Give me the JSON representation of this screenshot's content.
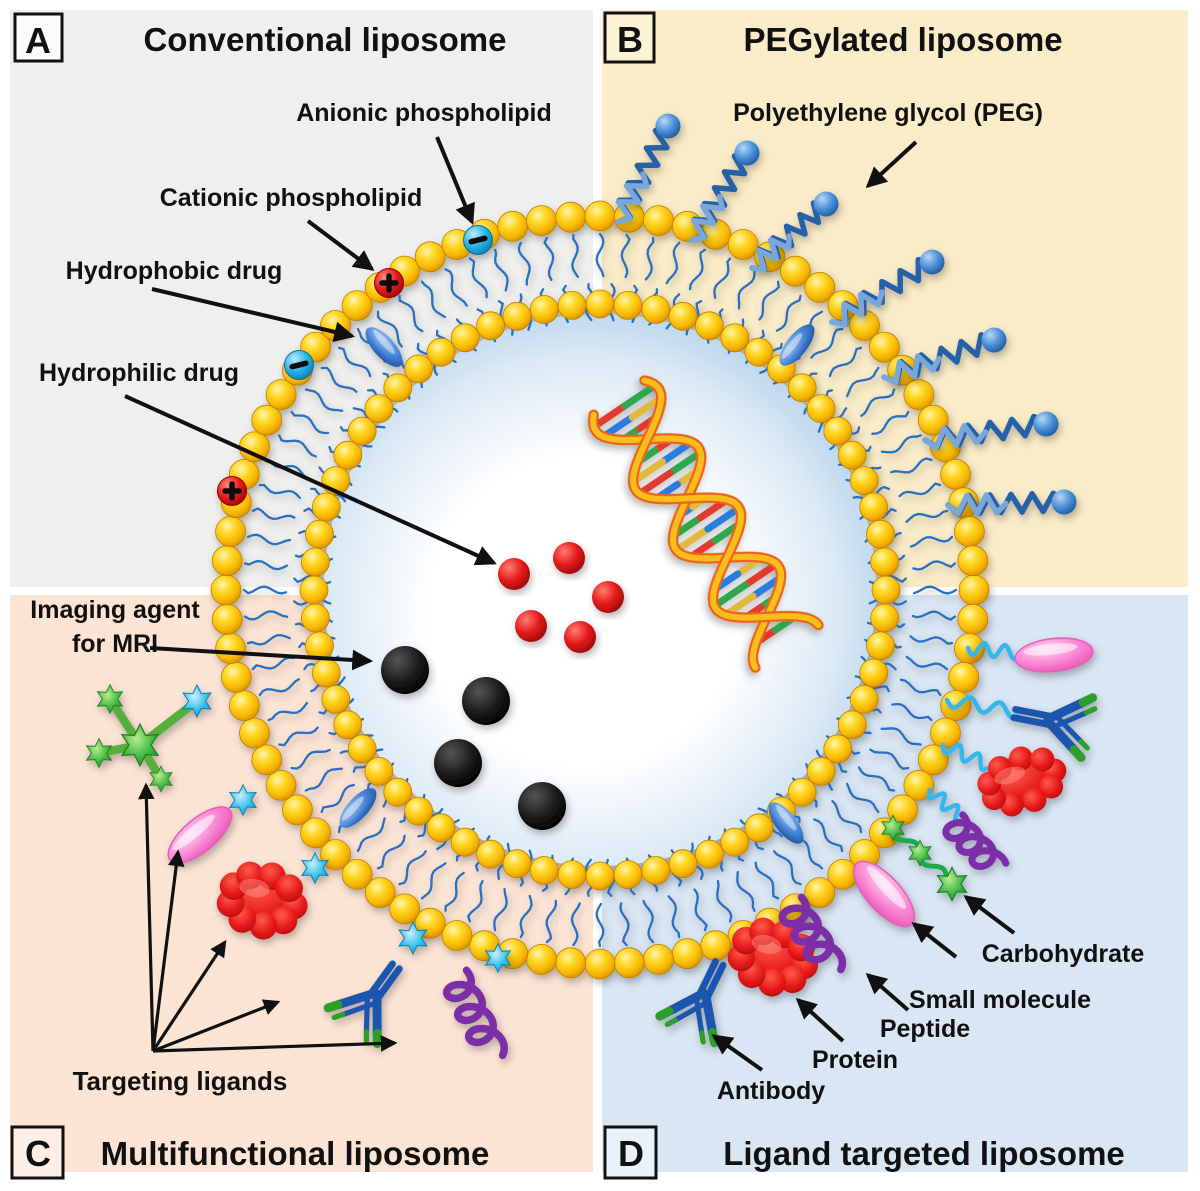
{
  "figure": {
    "description": "Liposome types diagram"
  },
  "panels": {
    "a": {
      "letter": "A",
      "title": "Conventional liposome",
      "labels": {
        "anionic": "Anionic phospholipid",
        "cationic": "Cationic phospholipid",
        "hydrophobic": "Hydrophobic drug",
        "hydrophilic": "Hydrophilic drug"
      }
    },
    "b": {
      "letter": "B",
      "title": "PEGylated liposome",
      "labels": {
        "peg": "Polyethylene glycol (PEG)"
      }
    },
    "c": {
      "letter": "C",
      "title": "Multifunctional liposome",
      "labels": {
        "imaging_line1": "Imaging agent",
        "imaging_line2": "for MRI",
        "targeting": "Targeting ligands"
      }
    },
    "d": {
      "letter": "D",
      "title": "Ligand targeted liposome",
      "labels": {
        "carbohydrate": "Carbohydrate",
        "small_molecule": "Small molecule",
        "peptide": "Peptide",
        "protein": "Protein",
        "antibody": "Antibody"
      }
    }
  },
  "colors": {
    "quadrant_a_bg": "#efefed",
    "quadrant_b_bg": "#faecc8",
    "quadrant_c_bg": "#fce4d5",
    "quadrant_d_bg": "#d9e6f3",
    "bead_gold": "#f7b500",
    "tail_blue": "#2b6fc2",
    "peg_blue": "#2560a8",
    "tether_cyan": "#35b6ec",
    "red_drug": "#e51a1a",
    "black_agent": "#141414",
    "cationic_red": "#e81c1c",
    "anionic_cyan": "#29b6e8",
    "hydrophobic_blue": "#3f7fd4",
    "pink_ligand": "#f985d3",
    "green_ligand": "#2da84b",
    "purple_ligand": "#7b2fa8",
    "antibody_blue": "#1d55ad",
    "text": "#111111"
  }
}
